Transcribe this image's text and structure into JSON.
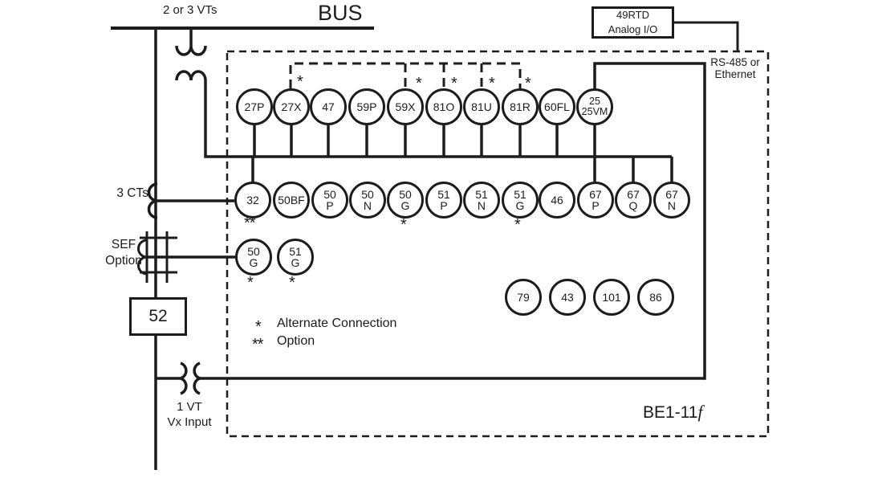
{
  "colors": {
    "line": "#1c1c1c",
    "background": "#ffffff"
  },
  "bus": {
    "title": "BUS",
    "vt_label": "2 or 3 VTs"
  },
  "left_labels": {
    "cts": "3 CTs",
    "sef": "SEF\nOption",
    "vt_bottom": "1 VT\nVx Input"
  },
  "rtd_box": {
    "label": "49RTD\nAnalog I/O"
  },
  "breaker": {
    "label": "52"
  },
  "comms": {
    "label": "RS-485 or\nEthernet"
  },
  "device": {
    "prefix": "BE1-11",
    "suffix": "f"
  },
  "legend": {
    "alt_marker": "*",
    "alt_label": "Alternate Connection",
    "opt_marker": "**",
    "opt_label": "Option"
  },
  "markers": {
    "alt": "*",
    "opt": "**"
  },
  "circles": {
    "row1": [
      "27P",
      "27X",
      "47",
      "59P",
      "59X",
      "81O",
      "81U",
      "81R",
      "60FL",
      "25\n25VM"
    ],
    "row2": [
      "32",
      "50BF",
      "50\nP",
      "50\nN",
      "50\nG",
      "51\nP",
      "51\nN",
      "51\nG",
      "46",
      "67\nP",
      "67\nQ",
      "67\nN"
    ],
    "sef": [
      "50\nG",
      "51\nG"
    ],
    "aux": [
      "79",
      "43",
      "101",
      "86"
    ]
  }
}
